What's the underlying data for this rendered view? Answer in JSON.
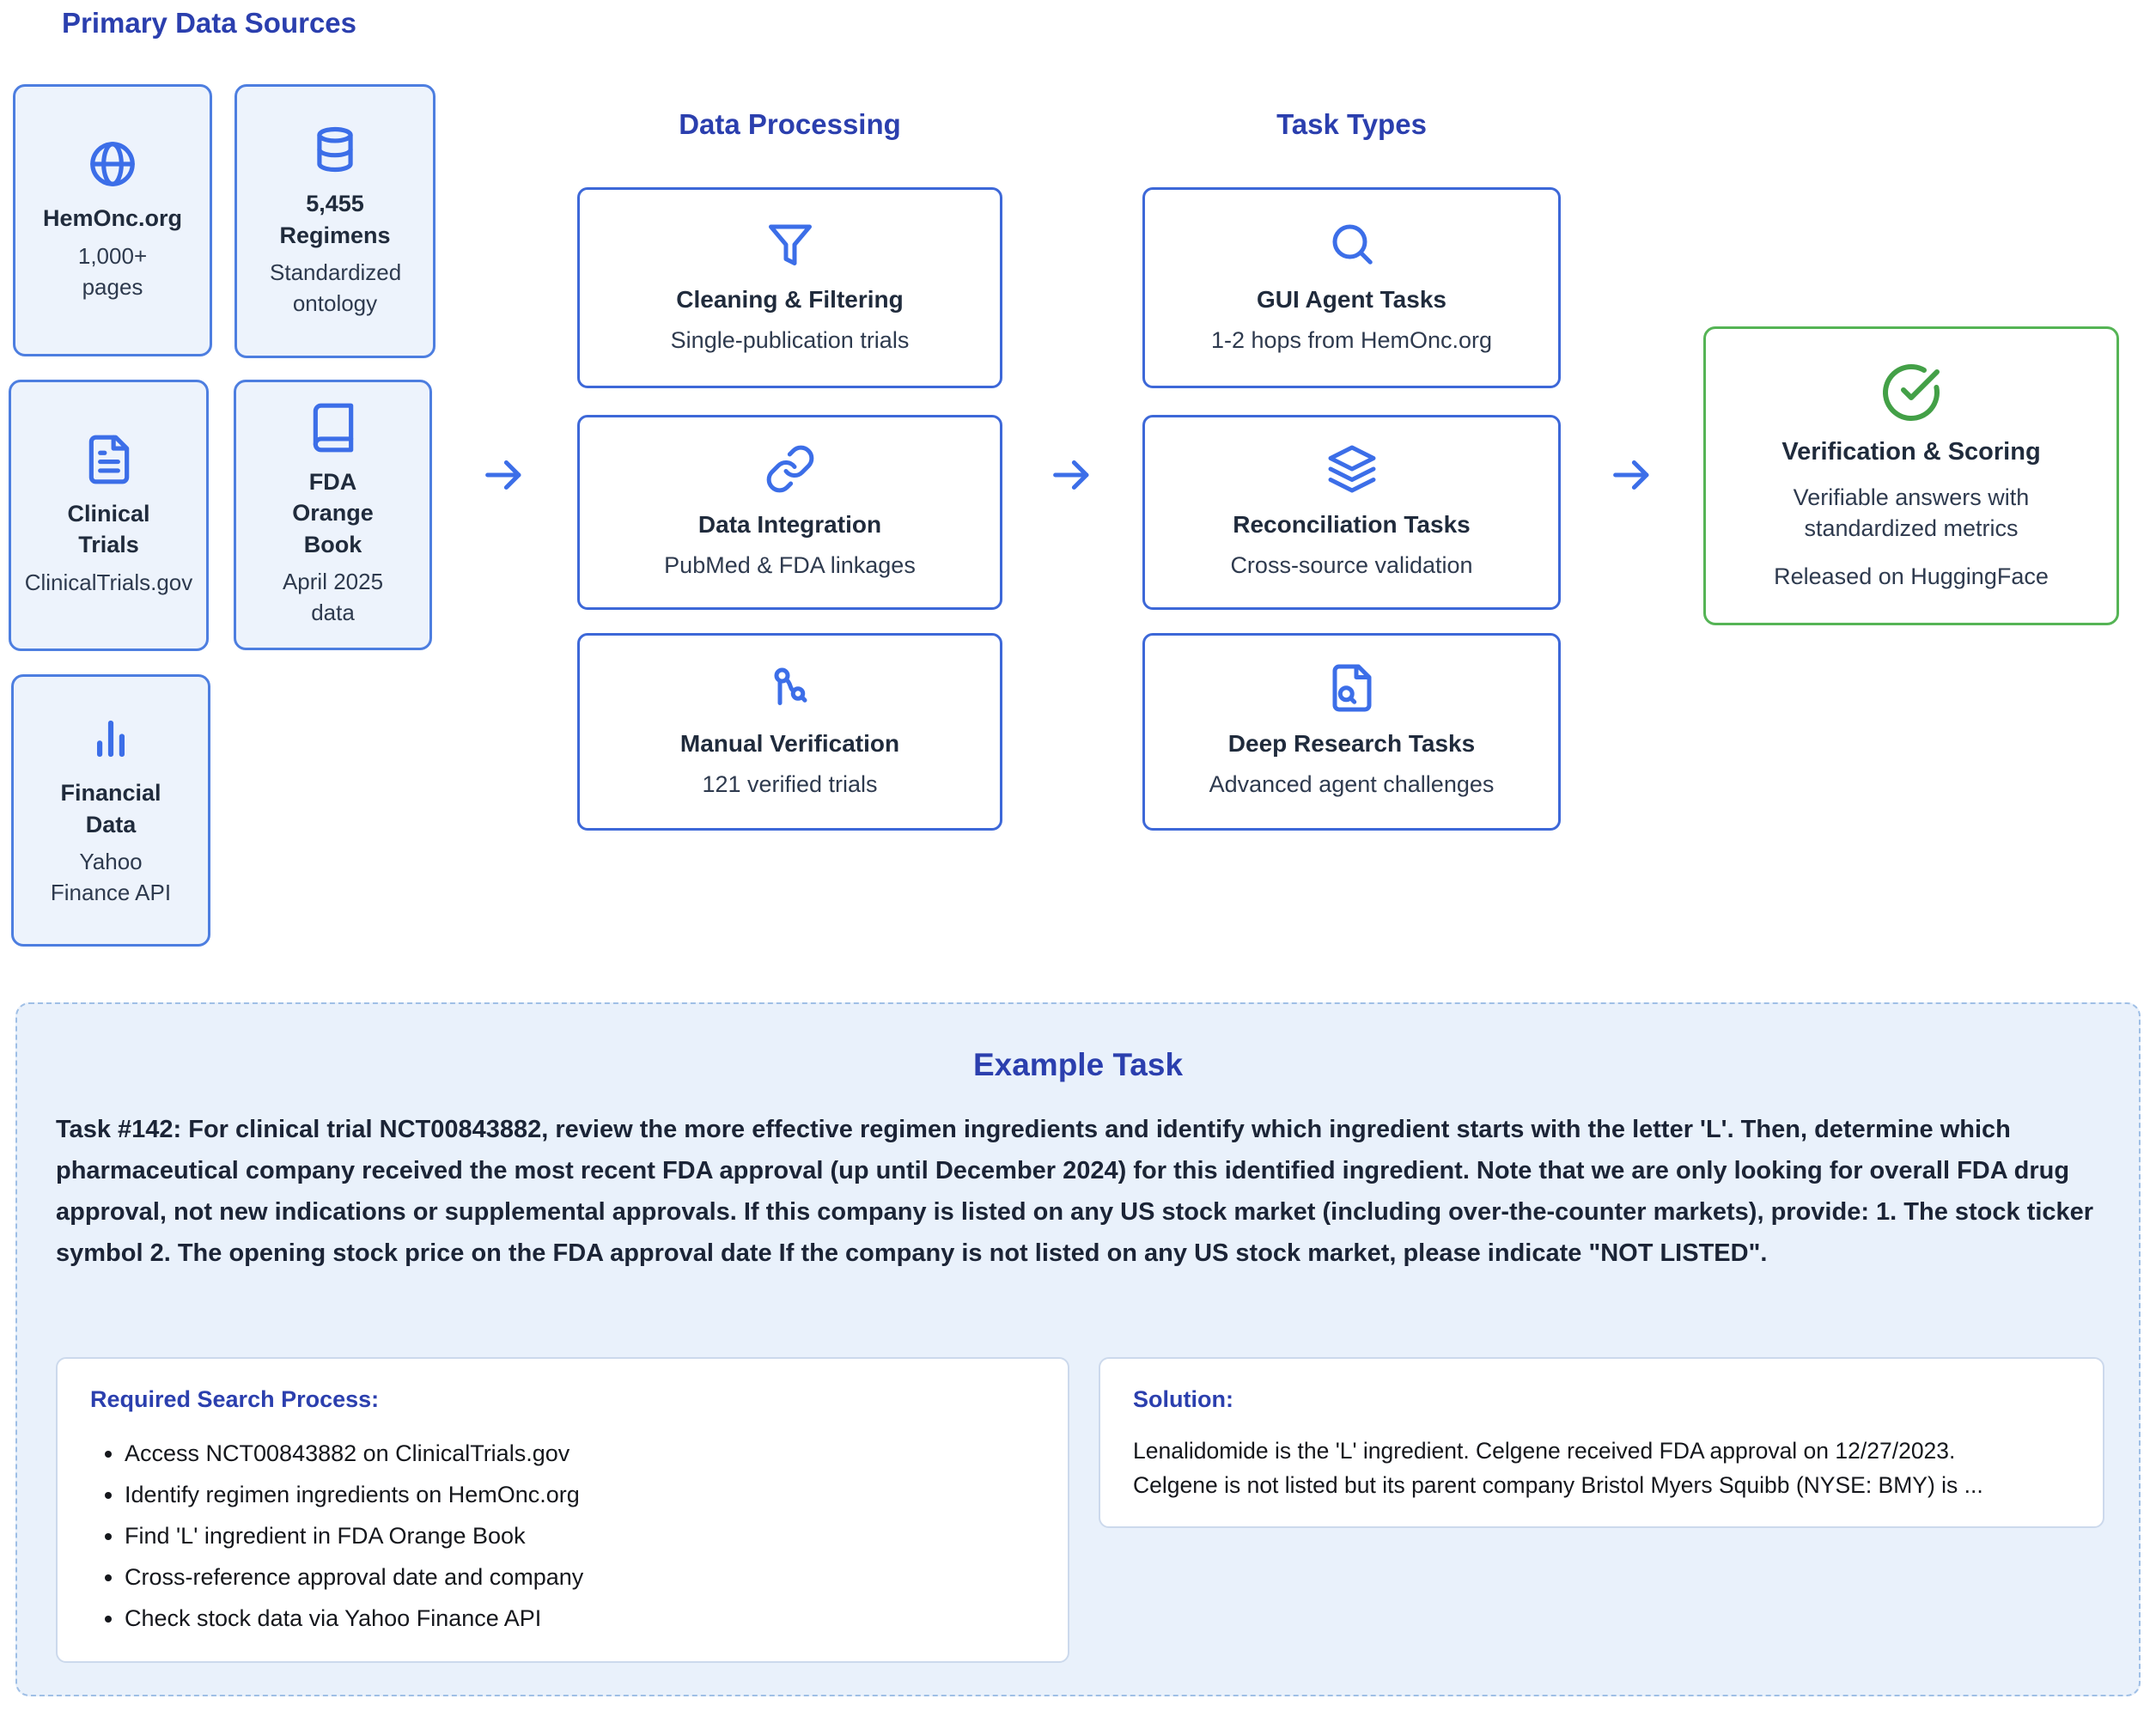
{
  "colors": {
    "heading_blue": "#2b3fae",
    "icon_blue": "#3c6ee8",
    "card_border_blue": "#4d7ee0",
    "source_card_bg": "#edf3fc",
    "green_icon": "#43a047",
    "green_border": "#55b455",
    "example_bg": "#e9f1fb",
    "example_border": "#9fbfe6",
    "title_text": "#202b3c",
    "body_text": "#15171c"
  },
  "sources": {
    "heading": "Primary Data Sources",
    "cards": [
      {
        "icon": "globe-icon",
        "title": "HemOnc.org",
        "subtitle": "1,000+ pages"
      },
      {
        "icon": "database-icon",
        "title": "5,455 Regimens",
        "subtitle": "Standardized ontology"
      },
      {
        "icon": "file-text-icon",
        "title": "Clinical Trials",
        "subtitle": "ClinicalTrials.gov"
      },
      {
        "icon": "book-icon",
        "title": "FDA Orange Book",
        "subtitle": "April 2025 data"
      },
      {
        "icon": "bar-chart-icon",
        "title": "Financial Data",
        "subtitle": "Yahoo Finance API"
      }
    ]
  },
  "processing": {
    "heading": "Data Processing",
    "cards": [
      {
        "icon": "filter-icon",
        "title": "Cleaning & Filtering",
        "subtitle": "Single-publication trials"
      },
      {
        "icon": "link-icon",
        "title": "Data Integration",
        "subtitle": "PubMed & FDA linkages"
      },
      {
        "icon": "route-icon",
        "title": "Manual Verification",
        "subtitle": "121 verified trials"
      }
    ]
  },
  "tasks": {
    "heading": "Task Types",
    "cards": [
      {
        "icon": "search-icon",
        "title": "GUI Agent Tasks",
        "subtitle": "1-2 hops from HemOnc.org"
      },
      {
        "icon": "layers-icon",
        "title": "Reconciliation Tasks",
        "subtitle": "Cross-source validation"
      },
      {
        "icon": "file-search-icon",
        "title": "Deep Research Tasks",
        "subtitle": "Advanced agent challenges"
      }
    ]
  },
  "verification": {
    "icon": "check-circle-icon",
    "title": "Verification & Scoring",
    "line1": "Verifiable answers with standardized metrics",
    "line2": "Released on HuggingFace"
  },
  "example": {
    "heading": "Example Task",
    "task_text": "Task #142: For clinical trial NCT00843882, review the more effective regimen ingredients and identify which ingredient starts with the letter 'L'. Then, determine which pharmaceutical company received the most recent FDA approval (up until December 2024) for this identified ingredient. Note that we are only looking for overall FDA drug approval, not new indications or supplemental approvals. If this company is listed on any US stock market (including over-the-counter markets), provide: 1. The stock ticker symbol 2. The opening stock price on the FDA approval date If the company is not listed on any US stock market, please indicate \"NOT LISTED\".",
    "search_process": {
      "title": "Required Search Process:",
      "items": [
        "Access NCT00843882 on ClinicalTrials.gov",
        "Identify regimen ingredients on HemOnc.org",
        "Find 'L' ingredient in FDA Orange Book",
        "Cross-reference approval date and company",
        "Check stock data via Yahoo Finance API"
      ]
    },
    "solution": {
      "title": "Solution:",
      "text": "Lenalidomide is the 'L' ingredient. Celgene received FDA approval on 12/27/2023. Celgene is not listed but its parent company Bristol Myers Squibb (NYSE: BMY) is ..."
    }
  }
}
